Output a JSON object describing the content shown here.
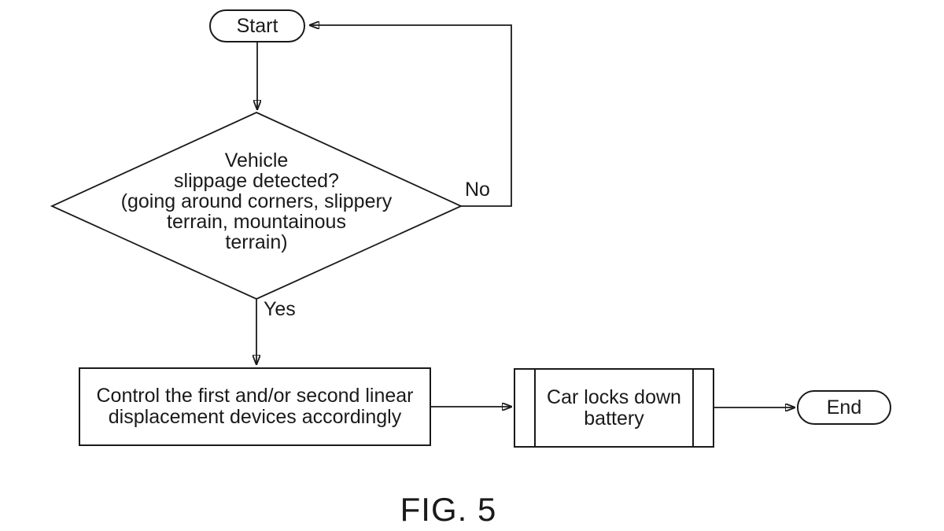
{
  "figure": {
    "caption": "FIG. 5"
  },
  "flowchart": {
    "start": {
      "label": "Start"
    },
    "decision": {
      "lines": [
        "Vehicle",
        "slippage detected?",
        "(going around corners, slippery",
        "terrain, mountainous",
        "terrain)"
      ]
    },
    "edges": {
      "no_label": "No",
      "yes_label": "Yes"
    },
    "process": {
      "lines": [
        "Control the first and/or second linear",
        "displacement devices accordingly"
      ]
    },
    "predefined_process": {
      "lines": [
        "Car locks down",
        "battery"
      ]
    },
    "end": {
      "label": "End"
    },
    "colors": {
      "line": "#1a1a1a",
      "background": "#ffffff"
    }
  }
}
